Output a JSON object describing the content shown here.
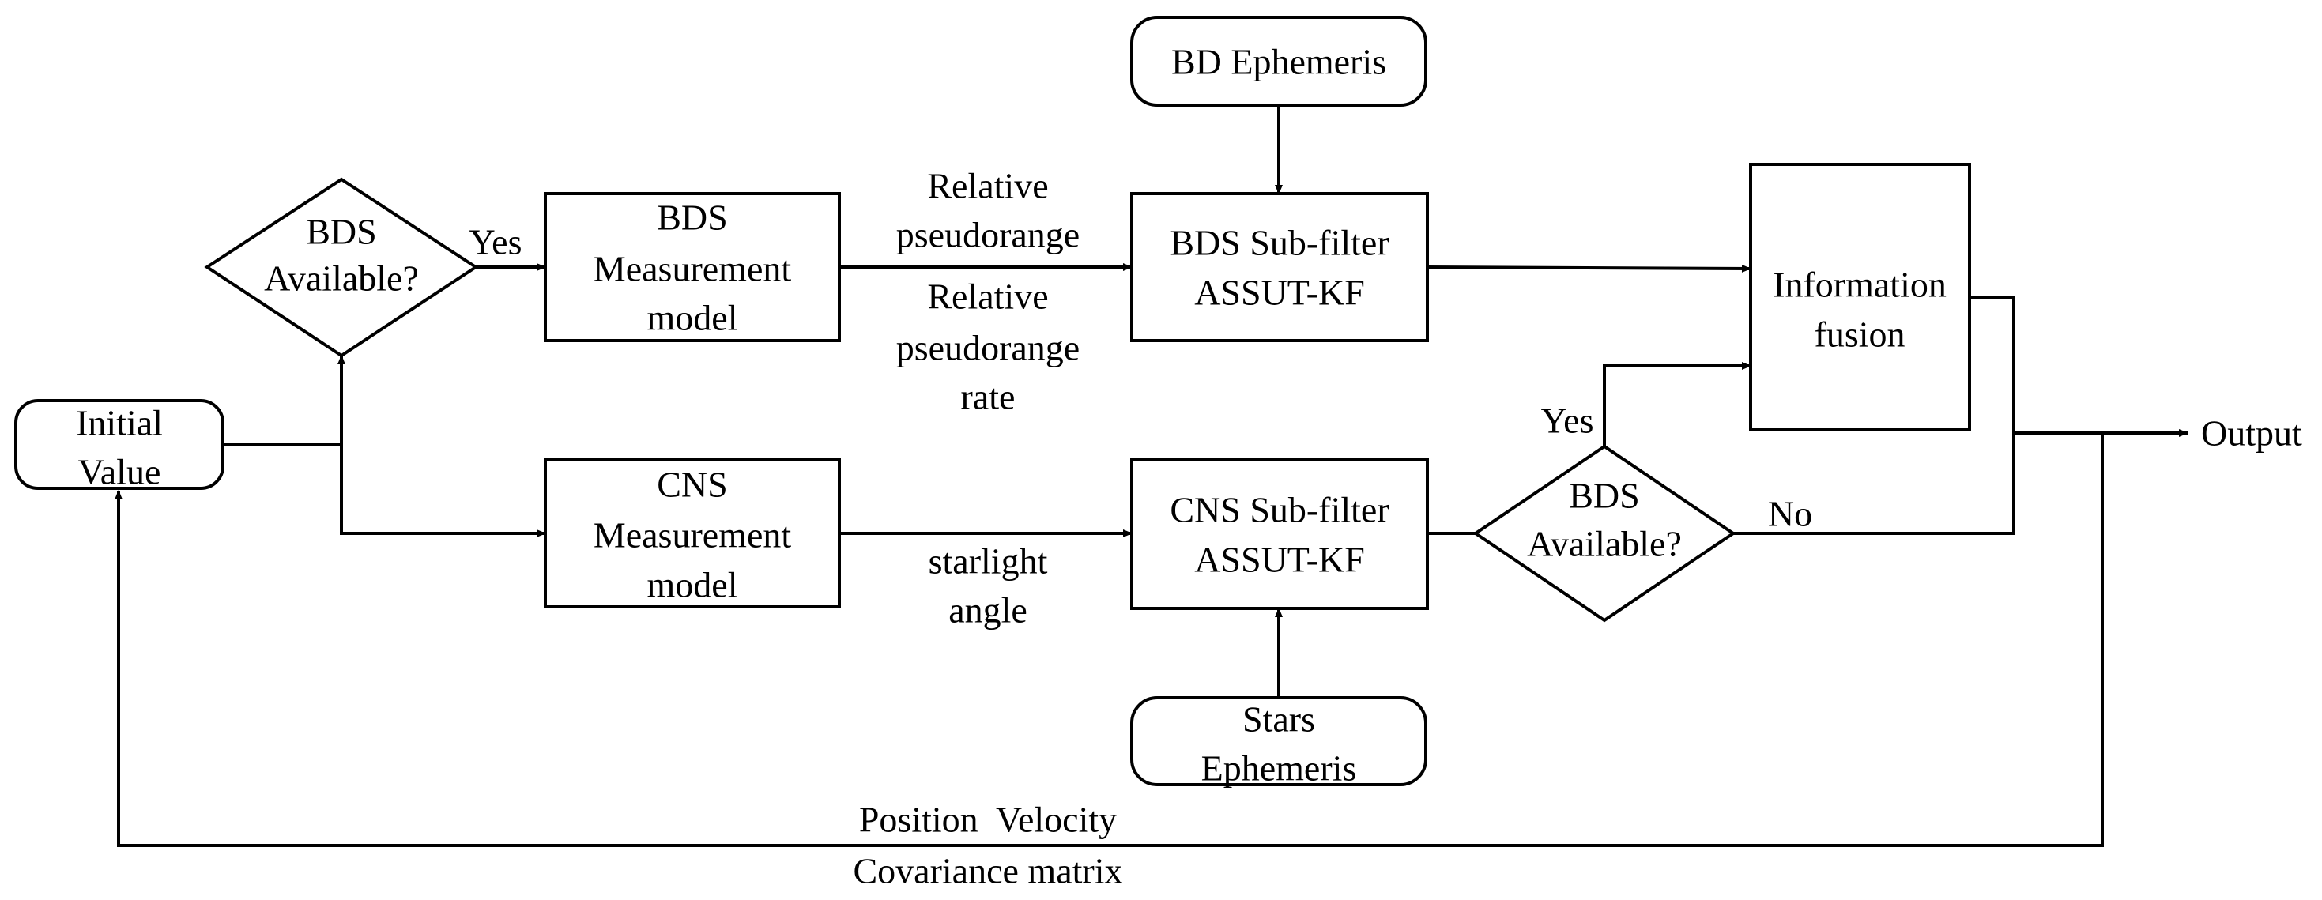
{
  "nodes": {
    "bd_ephemeris": {
      "lines": [
        "BD Ephemeris"
      ]
    },
    "bds_available_top": {
      "lines": [
        "BDS",
        "Available?"
      ]
    },
    "bds_measurement": {
      "lines": [
        "BDS",
        "Measurement",
        "model"
      ]
    },
    "bds_subfilter": {
      "lines": [
        "BDS Sub-filter",
        "ASSUT-KF"
      ]
    },
    "information_fusion": {
      "lines": [
        "Information",
        "fusion"
      ]
    },
    "initial_value": {
      "lines": [
        "Initial",
        "Value"
      ]
    },
    "cns_measurement": {
      "lines": [
        "CNS",
        "Measurement",
        "model"
      ]
    },
    "cns_subfilter": {
      "lines": [
        "CNS Sub-filter",
        "ASSUT-KF"
      ]
    },
    "bds_available_bottom": {
      "lines": [
        "BDS",
        "Available?"
      ]
    },
    "stars_ephemeris": {
      "lines": [
        "Stars",
        "Ephemeris"
      ]
    }
  },
  "edge_labels": {
    "yes_top": "Yes",
    "relative_pseudorange": [
      "Relative",
      "pseudorange"
    ],
    "relative_pseudorange_rate": [
      "Relative",
      "pseudorange",
      "rate"
    ],
    "starlight_angle": [
      "starlight",
      "angle"
    ],
    "yes_bottom": "Yes",
    "no_bottom": "No",
    "output": "Output",
    "feedback_top": "Position  Velocity",
    "feedback_bottom": "Covariance matrix"
  }
}
